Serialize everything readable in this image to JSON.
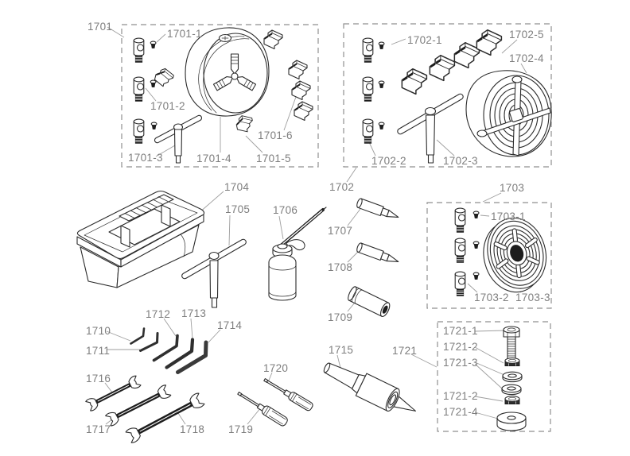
{
  "diagram": {
    "background": "#ffffff",
    "line_color": "#2b2b2b",
    "label_color": "#7e7e7e",
    "dash_color": "#8f8f8f",
    "groups": [
      {
        "part": "1701",
        "sub_parts": [
          "1701-1",
          "1701-2",
          "1701-3",
          "1701-4",
          "1701-5",
          "1701-6"
        ]
      },
      {
        "part": "1702",
        "sub_parts": [
          "1702-1",
          "1702-2",
          "1702-3",
          "1702-4",
          "1702-5"
        ]
      },
      {
        "part": "1703",
        "sub_parts": [
          "1703-1",
          "1703-2",
          "1703-3"
        ]
      },
      {
        "part": "1721",
        "sub_parts": [
          "1721-1",
          "1721-2",
          "1721-3",
          "1721-2",
          "1721-4"
        ]
      }
    ],
    "standalone_parts": [
      "1704",
      "1705",
      "1706",
      "1707",
      "1708",
      "1709",
      "1710",
      "1711",
      "1712",
      "1713",
      "1714",
      "1715",
      "1716",
      "1717",
      "1718",
      "1719",
      "1720"
    ],
    "labels": {
      "p1701": "1701",
      "p1701_1": "1701-1",
      "p1701_2": "1701-2",
      "p1701_3": "1701-3",
      "p1701_4": "1701-4",
      "p1701_5": "1701-5",
      "p1701_6": "1701-6",
      "p1702": "1702",
      "p1702_1": "1702-1",
      "p1702_2": "1702-2",
      "p1702_3": "1702-3",
      "p1702_4": "1702-4",
      "p1702_5": "1702-5",
      "p1703": "1703",
      "p1703_1": "1703-1",
      "p1703_2": "1703-2",
      "p1703_3": "1703-3",
      "p1704": "1704",
      "p1705": "1705",
      "p1706": "1706",
      "p1707": "1707",
      "p1708": "1708",
      "p1709": "1709",
      "p1710": "1710",
      "p1711": "1711",
      "p1712": "1712",
      "p1713": "1713",
      "p1714": "1714",
      "p1715": "1715",
      "p1716": "1716",
      "p1717": "1717",
      "p1718": "1718",
      "p1719": "1719",
      "p1720": "1720",
      "p1721": "1721",
      "p1721_1": "1721-1",
      "p1721_2": "1721-2",
      "p1721_3": "1721-3",
      "p1721_4": "1721-4"
    }
  }
}
